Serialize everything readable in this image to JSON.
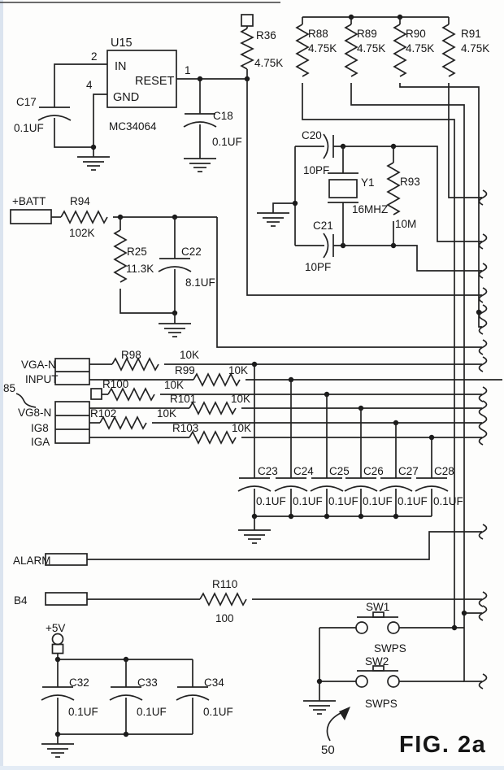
{
  "figure": {
    "label": "FIG. 2a"
  },
  "colors": {
    "ink": "#222222",
    "paper": "#fdfdfc"
  },
  "annotations": {
    "input_ref": "85",
    "switch_ref": "50"
  },
  "u15": {
    "designator": "U15",
    "part": "MC34064",
    "pin_in_name": "IN",
    "pin_in_num": "2",
    "pin_gnd_name": "GND",
    "pin_gnd_num": "4",
    "pin_reset_name": "RESET",
    "pin_reset_num": "1"
  },
  "nets": {
    "batt": "+BATT",
    "v5": "+5V",
    "vga_n": "VGA-N",
    "input": "INPUT",
    "vg8_n": "VG8-N",
    "ig8": "IG8",
    "iga": "IGA",
    "alarm": "ALARM",
    "b4": "B4"
  },
  "resistors": {
    "r36": {
      "ref": "R36",
      "value": "4.75K"
    },
    "r88": {
      "ref": "R88",
      "value": "4.75K"
    },
    "r89": {
      "ref": "R89",
      "value": "4.75K"
    },
    "r90": {
      "ref": "R90",
      "value": "4.75K"
    },
    "r91": {
      "ref": "R91",
      "value": "4.75K"
    },
    "r94": {
      "ref": "R94",
      "value": "102K"
    },
    "r25": {
      "ref": "R25",
      "value": "11.3K"
    },
    "r93": {
      "ref": "R93",
      "value": "10M"
    },
    "r98": {
      "ref": "R98",
      "value": "10K"
    },
    "r99": {
      "ref": "R99",
      "value": "10K"
    },
    "r100": {
      "ref": "R100",
      "value": "10K"
    },
    "r101": {
      "ref": "R101",
      "value": "10K"
    },
    "r102": {
      "ref": "R102",
      "value": "10K"
    },
    "r103": {
      "ref": "R103",
      "value": "10K"
    },
    "r110": {
      "ref": "R110",
      "value": "100"
    }
  },
  "capacitors": {
    "c17": {
      "ref": "C17",
      "value": "0.1UF"
    },
    "c18": {
      "ref": "C18",
      "value": "0.1UF"
    },
    "c20": {
      "ref": "C20",
      "value": "10PF"
    },
    "c21": {
      "ref": "C21",
      "value": "10PF"
    },
    "c22": {
      "ref": "C22",
      "value": "8.1UF"
    },
    "c23": {
      "ref": "C23",
      "value": "0.1UF"
    },
    "c24": {
      "ref": "C24",
      "value": "0.1UF"
    },
    "c25": {
      "ref": "C25",
      "value": "0.1UF"
    },
    "c26": {
      "ref": "C26",
      "value": "0.1UF"
    },
    "c27": {
      "ref": "C27",
      "value": "0.1UF"
    },
    "c28": {
      "ref": "C28",
      "value": "0.1UF"
    },
    "c32": {
      "ref": "C32",
      "value": "0.1UF"
    },
    "c33": {
      "ref": "C33",
      "value": "0.1UF"
    },
    "c34": {
      "ref": "C34",
      "value": "0.1UF"
    }
  },
  "crystal": {
    "ref": "Y1",
    "value": "16MHZ"
  },
  "switches": {
    "sw1": {
      "ref": "SW1",
      "label": "SWPS"
    },
    "sw2": {
      "ref": "SW2",
      "label": "SWPS"
    }
  }
}
